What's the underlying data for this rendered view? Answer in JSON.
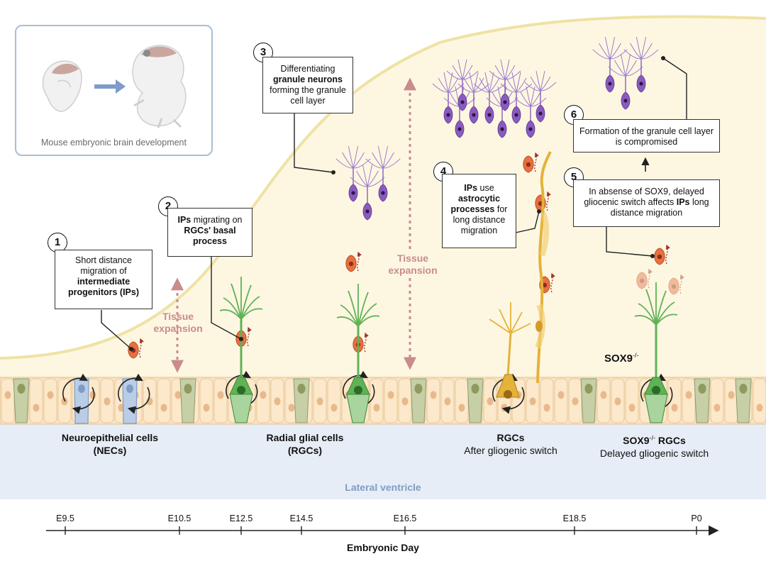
{
  "inset": {
    "caption": "Mouse embryonic brain development"
  },
  "steps": [
    {
      "number": "1",
      "parts": [
        [
          "Short distance migration of ",
          false
        ],
        [
          "intermediate progenitors (IPs)",
          true
        ]
      ]
    },
    {
      "number": "2",
      "parts": [
        [
          "IPs",
          true
        ],
        [
          " migrating on ",
          false
        ],
        [
          "RGCs' basal process",
          true
        ]
      ]
    },
    {
      "number": "3",
      "parts": [
        [
          "Differentiating ",
          false
        ],
        [
          "granule neurons",
          true
        ],
        [
          " forming the granule cell layer",
          false
        ]
      ]
    },
    {
      "number": "4",
      "parts": [
        [
          "IPs",
          true
        ],
        [
          " use ",
          false
        ],
        [
          "astrocytic processes",
          true
        ],
        [
          " for long distance migration",
          false
        ]
      ]
    },
    {
      "number": "5",
      "parts": [
        [
          "In absense of SOX9, delayed gliocenic switch affects ",
          false
        ],
        [
          "IPs",
          true
        ],
        [
          " long distance migration",
          false
        ]
      ]
    },
    {
      "number": "6",
      "parts": [
        [
          "Formation of the granule cell layer is compromised",
          false
        ]
      ]
    }
  ],
  "tissue_expansion": [
    "Tissue",
    "expansion"
  ],
  "cell_labels": {
    "nec_line1": "Neuroepithelial cells",
    "nec_line2": "(NECs)",
    "rgc_line1": "Radial glial cells",
    "rgc_line2": "(RGCs)",
    "rgc2_line1": "RGCs",
    "rgc2_line2": "After gliogenic switch",
    "sox_line1_main": "SOX9",
    "sox_line1_sup": "-/-",
    "sox_line1_rest": " RGCs",
    "sox_line2": "Delayed gliogenic switch"
  },
  "knockout_label": {
    "main": "SOX9",
    "sup": "-/-"
  },
  "ventricle_label": "Lateral ventricle",
  "timeline": {
    "ticks": [
      "E9.5",
      "E10.5",
      "E12.5",
      "E14.5",
      "E16.5",
      "E18.5",
      "P0"
    ],
    "axis_title": "Embryonic Day"
  },
  "colors": {
    "tissue": "#fdf7e2",
    "tissue_edge": "#efe2a4",
    "ventricle": "#e6edf6",
    "ventricle_label": "#7f9dc4",
    "tissue_expansion": "#c98b8b",
    "neuron": "#8a5bbf",
    "ip_cell": "#e8703f",
    "rgc_green": "#5fb256",
    "astro_yellow": "#e5b23a",
    "nec_blue": "#b9cde6"
  }
}
